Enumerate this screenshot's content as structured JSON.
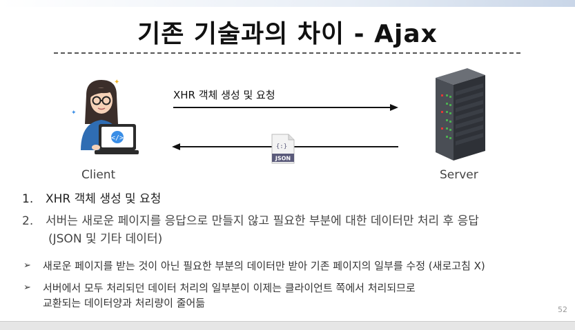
{
  "slide": {
    "title": "기존 기술과의 차이 - Ajax",
    "diagram": {
      "client_label": "Client",
      "server_label": "Server",
      "request_label": "XHR  객체 생성 및 요청",
      "json_badge": "JSON",
      "json_braces": "{:}"
    },
    "steps": [
      {
        "num": "1.",
        "text": "XHR 객체 생성 및 요청"
      },
      {
        "num": "2.",
        "text": "서버는 새로운 페이지를 응답으로 만들지 않고 필요한 부분에 대한 데이터만 처리 후 응답",
        "cont": "(JSON 및 기타 데이터)"
      }
    ],
    "bullets": [
      {
        "mark": "➢",
        "text": "새로운 페이지를 받는 것이 아닌 필요한 부분의 데이터만 받아 기존 페이지의 일부를 수정 (새로고침 X)"
      },
      {
        "mark": "➢",
        "text": "서버에서 모두 처리되던 데이터 처리의 일부분이 이제는 클라이언트 쪽에서 처리되므로",
        "cont": "교환되는 데이터양과 처리량이 줄어듦"
      }
    ],
    "page_number": "52",
    "colors": {
      "json_badge": "#5a5a7a",
      "server_light": "#4caf50",
      "shirt": "#2f6db3"
    }
  }
}
